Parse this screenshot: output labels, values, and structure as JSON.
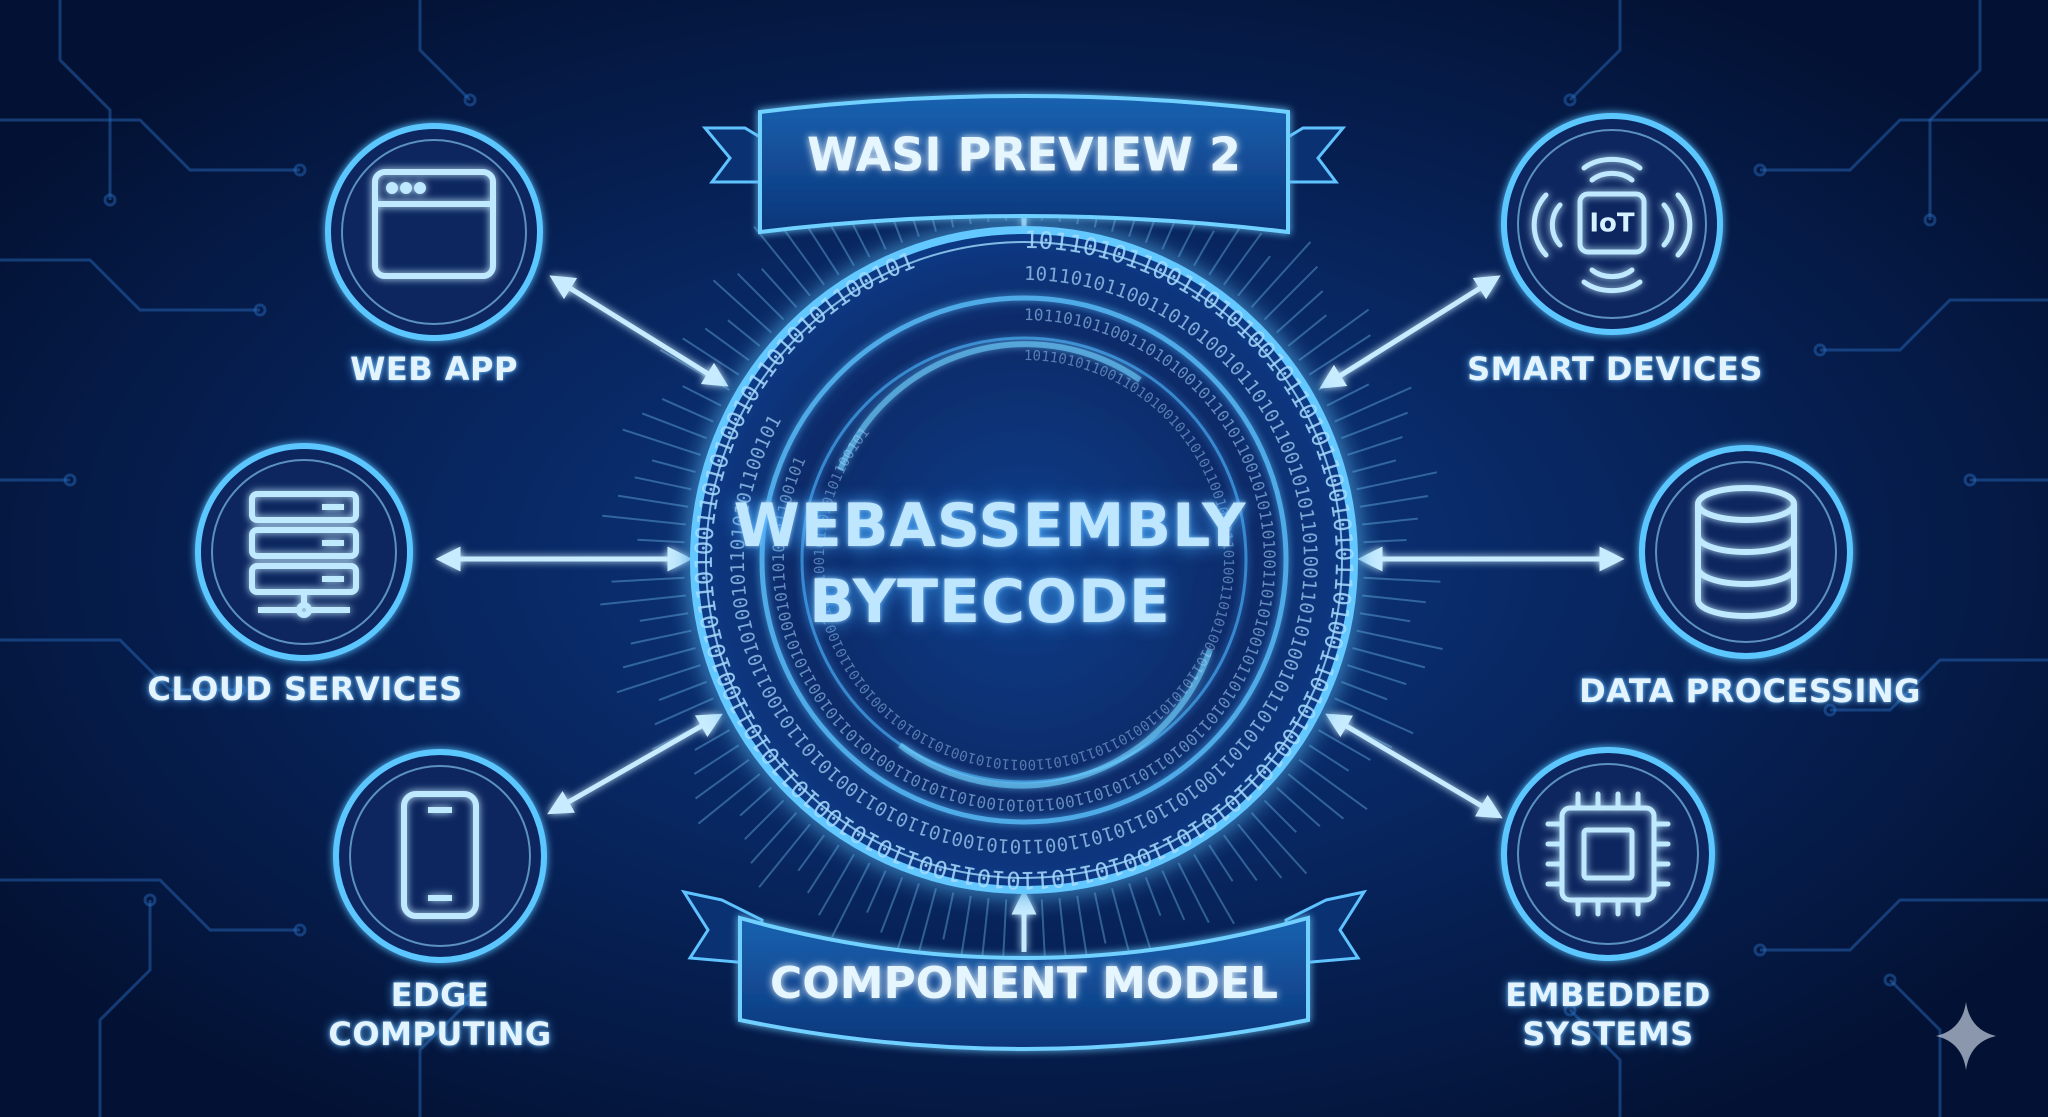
{
  "center": {
    "title_line1": "WEBASSEMBLY",
    "title_line2": "BYTECODE"
  },
  "banners": {
    "top": "WASI PREVIEW 2",
    "bottom": "COMPONENT MODEL"
  },
  "nodes": [
    {
      "id": "web-app",
      "icon": "browser-window-icon",
      "label_lines": [
        "WEB APP"
      ]
    },
    {
      "id": "cloud-services",
      "icon": "server-rack-icon",
      "label_lines": [
        "CLOUD SERVICES"
      ]
    },
    {
      "id": "edge-computing",
      "icon": "smartphone-icon",
      "label_lines": [
        "EDGE",
        "COMPUTING"
      ]
    },
    {
      "id": "smart-devices",
      "icon": "iot-chip-icon",
      "icon_text": "IoT",
      "label_lines": [
        "SMART DEVICES"
      ]
    },
    {
      "id": "data-processing",
      "icon": "database-icon",
      "label_lines": [
        "DATA PROCESSING"
      ]
    },
    {
      "id": "embedded-systems",
      "icon": "microchip-icon",
      "label_lines": [
        "EMBEDDED",
        "SYSTEMS"
      ]
    }
  ],
  "binary_text": "1011010110011010100101101011001010110100110101001011010101100101",
  "colors": {
    "background": "#04163a",
    "glow": "#3fb4ff",
    "line": "#bfe6ff",
    "accent": "#5fd0ff"
  }
}
